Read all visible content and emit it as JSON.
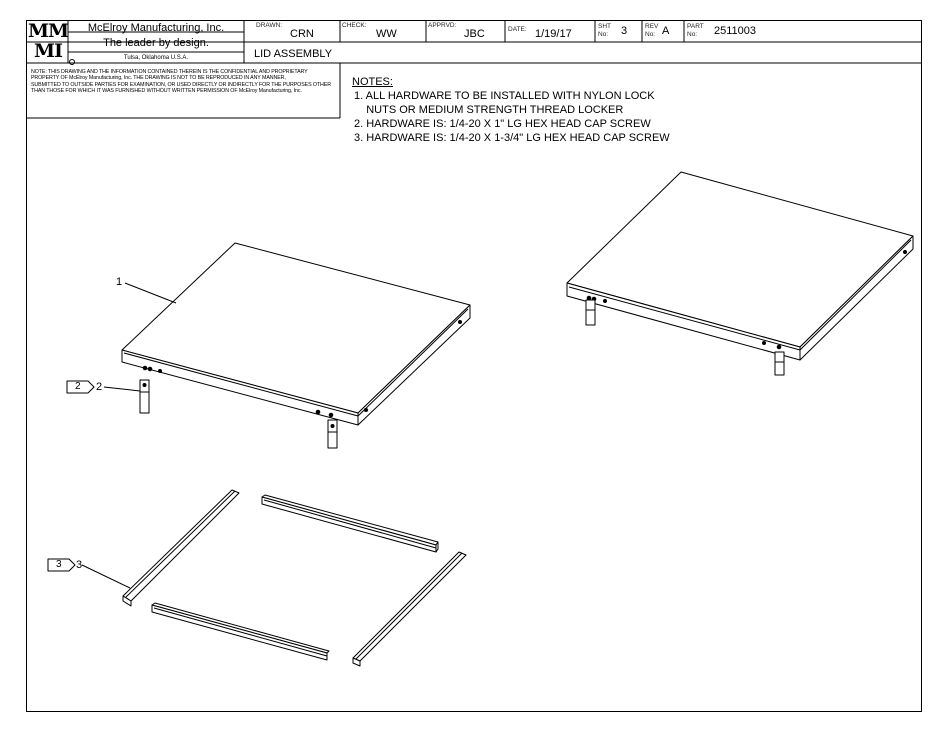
{
  "title_block": {
    "logo_line1": "MM",
    "logo_line2": "MI",
    "company_name": "McElroy Manufacturing, Inc.",
    "tagline": "The leader by design.",
    "location": "Tulsa, Oklahoma U.S.A.",
    "drawn_label": "DRAWN:",
    "drawn_value": "CRN",
    "check_label": "CHECK:",
    "check_value": "WW",
    "apprvd_label": "APPRVD:",
    "apprvd_value": "JBC",
    "date_label": "DATE:",
    "date_value": "1/19/17",
    "sht_label_1": "SHT",
    "sht_label_2": "No:",
    "sht_value": "3",
    "rev_label_1": "REV",
    "rev_label_2": "No:",
    "rev_value": "A",
    "part_label_1": "PART",
    "part_label_2": "No:",
    "part_value": "2511003",
    "drawing_title": "LID ASSEMBLY"
  },
  "confidentiality_note": [
    "NOTE: THIS DRAWING AND THE INFORMATION CONTAINED THEREIN IS THE CONFIDENTIAL AND PROPRIETARY",
    "PROPERTY OF McElroy Manufacturing, Inc. THE DRAWING IS NOT TO BE REPRODUCED IN ANY MANNER,",
    "SUBMITTED TO OUTSIDE PARTIES FOR EXAMINATION, OR USED DIRECTLY OR INDIRECTLY FOR THE PURPOSES OTHER",
    "THAN THOSE FOR WHICH IT WAS FURNISHED WITHOUT WRITTEN PERMISSION OF McElroy Manufacturing, Inc."
  ],
  "notes": {
    "heading": "NOTES:",
    "lines": [
      "1. ALL HARDWARE TO BE INSTALLED WITH NYLON LOCK",
      "    NUTS OR MEDIUM STRENGTH THREAD LOCKER",
      "2. HARDWARE IS: 1/4-20 X 1\" LG HEX HEAD CAP SCREW",
      "3. HARDWARE IS: 1/4-20 X 1-3/4\" LG HEX HEAD CAP SCREW"
    ]
  },
  "callouts": {
    "item1": "1",
    "item2_qty": "2",
    "item2_num": "2",
    "item3_qty": "3",
    "item3_num": "3"
  }
}
